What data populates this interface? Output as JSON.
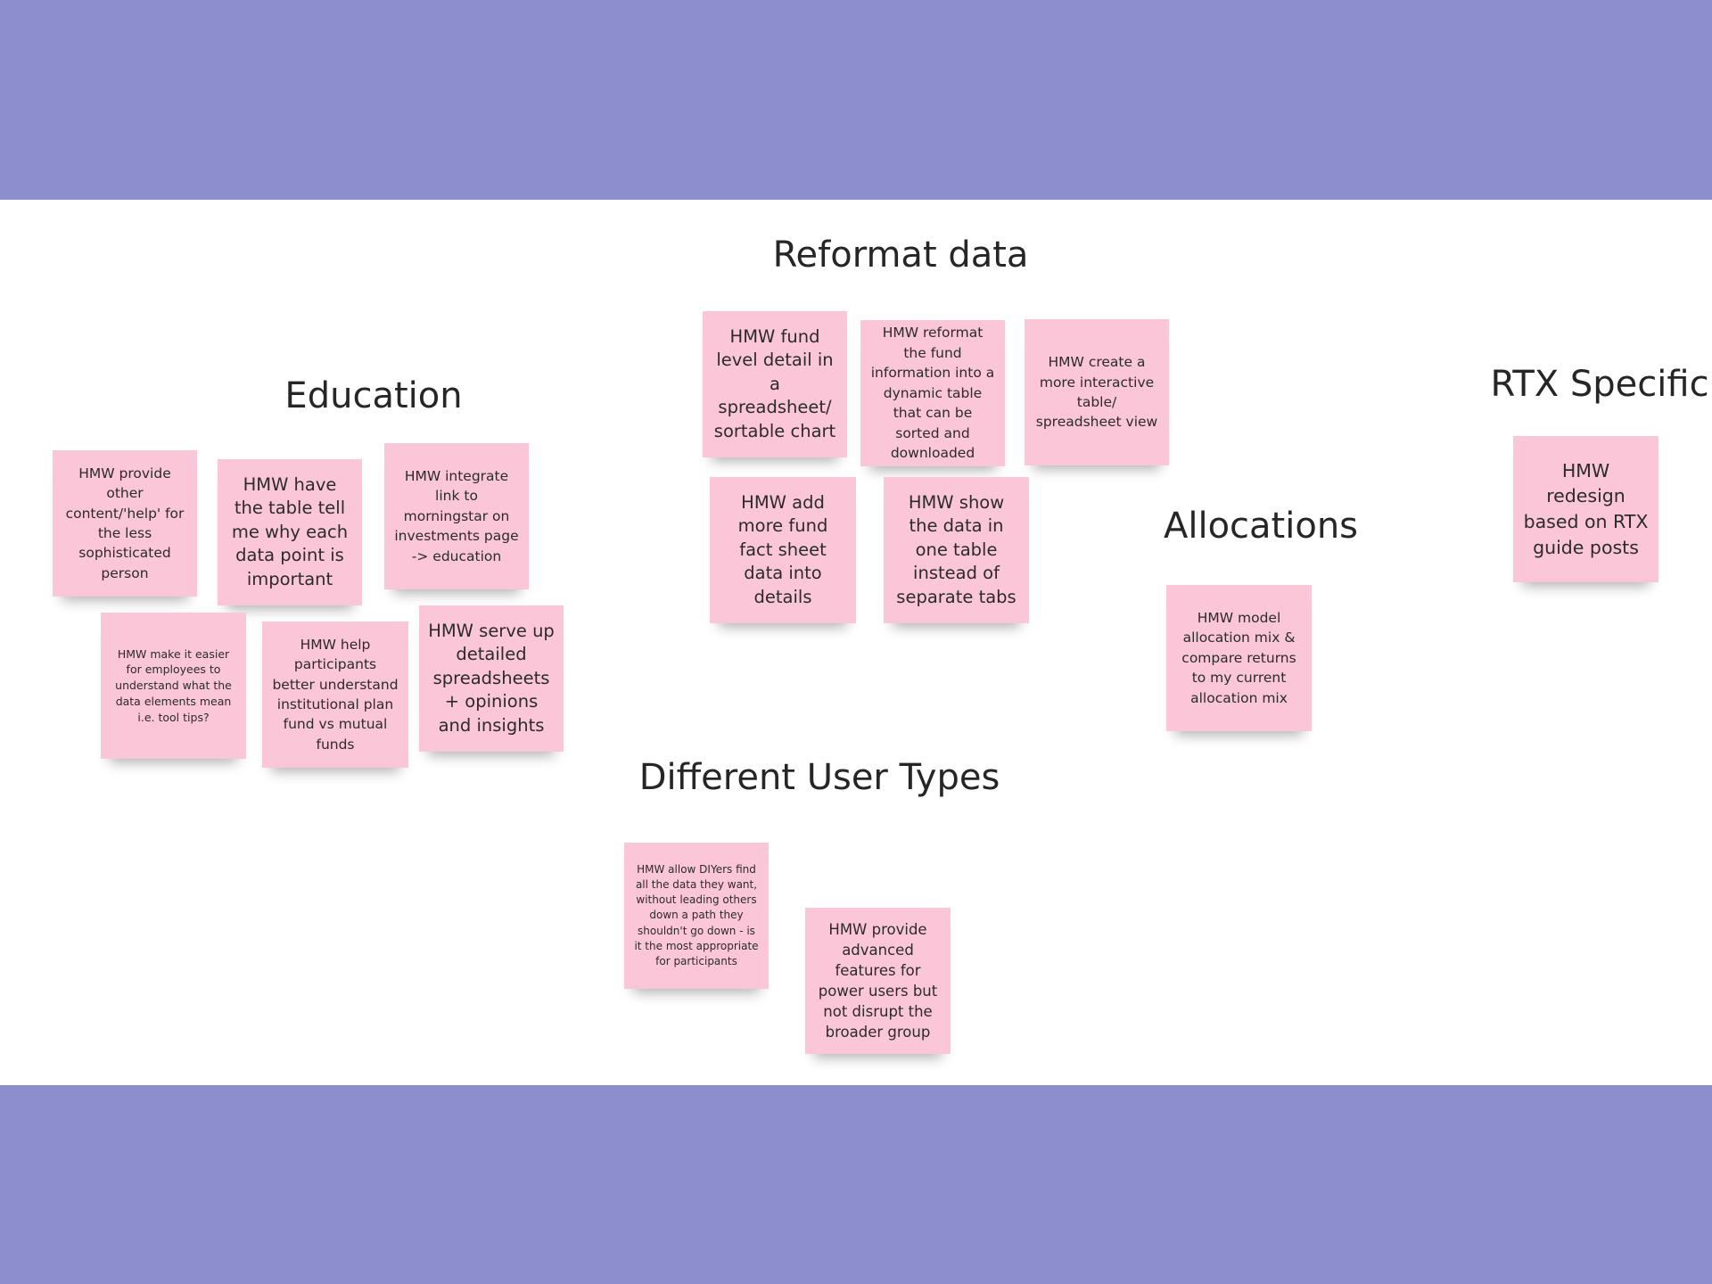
{
  "board": {
    "groups": {
      "education": {
        "title": "Education",
        "notes": [
          "HMW provide other content/'help' for the less sophisticated person",
          "HMW have the table tell me why each data point is important",
          "HMW integrate link to morningstar on investments page -> education",
          "HMW make it easier for employees to understand what the data elements mean i.e. tool tips?",
          "HMW help participants better understand institutional plan fund vs mutual funds",
          "HMW serve up detailed spreadsheets + opinions and insights"
        ]
      },
      "reformat_data": {
        "title": "Reformat data",
        "notes": [
          "HMW fund level detail in a spreadsheet/ sortable chart",
          "HMW reformat the fund information into a dynamic table that can be sorted and downloaded",
          "HMW create a more interactive table/ spreadsheet view",
          "HMW add more fund fact sheet data into details",
          "HMW show the data in one table instead of separate tabs"
        ]
      },
      "allocations": {
        "title": "Allocations",
        "notes": [
          "HMW model allocation mix & compare returns to my current allocation mix"
        ]
      },
      "rtx_specific": {
        "title": "RTX Specific",
        "notes": [
          "HMW redesign based on RTX guide posts"
        ]
      },
      "user_types": {
        "title": "Different User Types",
        "notes": [
          "HMW allow DIYers find all the data they want, without leading others down a path they shouldn't go down - is it the most appropriate for participants",
          "HMW provide advanced features for power users but not disrupt the broader group"
        ]
      }
    }
  },
  "colors": {
    "background": "#8d8fcd",
    "board": "#ffffff",
    "sticky_note": "#fcc6d9",
    "text": "#262626"
  }
}
